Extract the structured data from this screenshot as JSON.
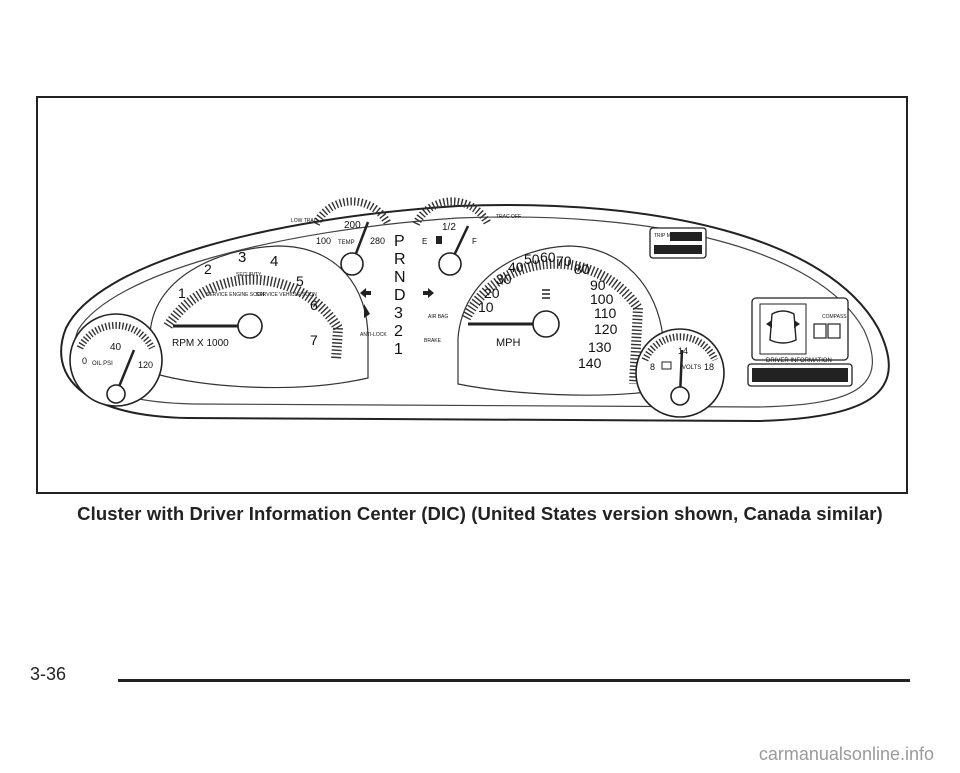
{
  "caption": "Cluster with Driver Information Center (DIC) (United States version shown, Canada similar)",
  "page_number": "3-36",
  "watermark": "carmanualsonline.info",
  "oil_gauge": {
    "low": "0",
    "mid": "40",
    "high": "120",
    "label": "OIL PSI"
  },
  "tach": {
    "numbers": [
      "1",
      "2",
      "3",
      "4",
      "5",
      "6",
      "7"
    ],
    "label": "RPM X 1000",
    "security": "SECURITY",
    "service_engine": "SERVICE ENGINE SOON",
    "service_vehicle": "SERVICE VEHICLE SOON"
  },
  "temp_gauge": {
    "low": "100",
    "mid": "200",
    "high": "280",
    "label": "TEMP",
    "low_trac": "LOW TRAC"
  },
  "prnd": [
    "P",
    "R",
    "N",
    "D",
    "3",
    "2",
    "1"
  ],
  "fuel_gauge": {
    "empty": "E",
    "half": "1/2",
    "full": "F",
    "trac_off": "TRAC OFF"
  },
  "tell_tales": {
    "anti_lock": "ANTI-LOCK",
    "brake": "BRAKE",
    "air_bag": "AIR BAG"
  },
  "speedo": {
    "numbers": [
      "10",
      "20",
      "30",
      "40",
      "50",
      "60",
      "70",
      "80",
      "90",
      "100",
      "110",
      "120",
      "130",
      "140"
    ],
    "label": "MPH"
  },
  "volt_gauge": {
    "low": "8",
    "mid": "14",
    "high": "18",
    "label": "VOLTS"
  },
  "odometer": {
    "label": "TRIP MPH"
  },
  "dic": {
    "label": "DRIVER INFORMATION",
    "compass": "COMPASS"
  }
}
